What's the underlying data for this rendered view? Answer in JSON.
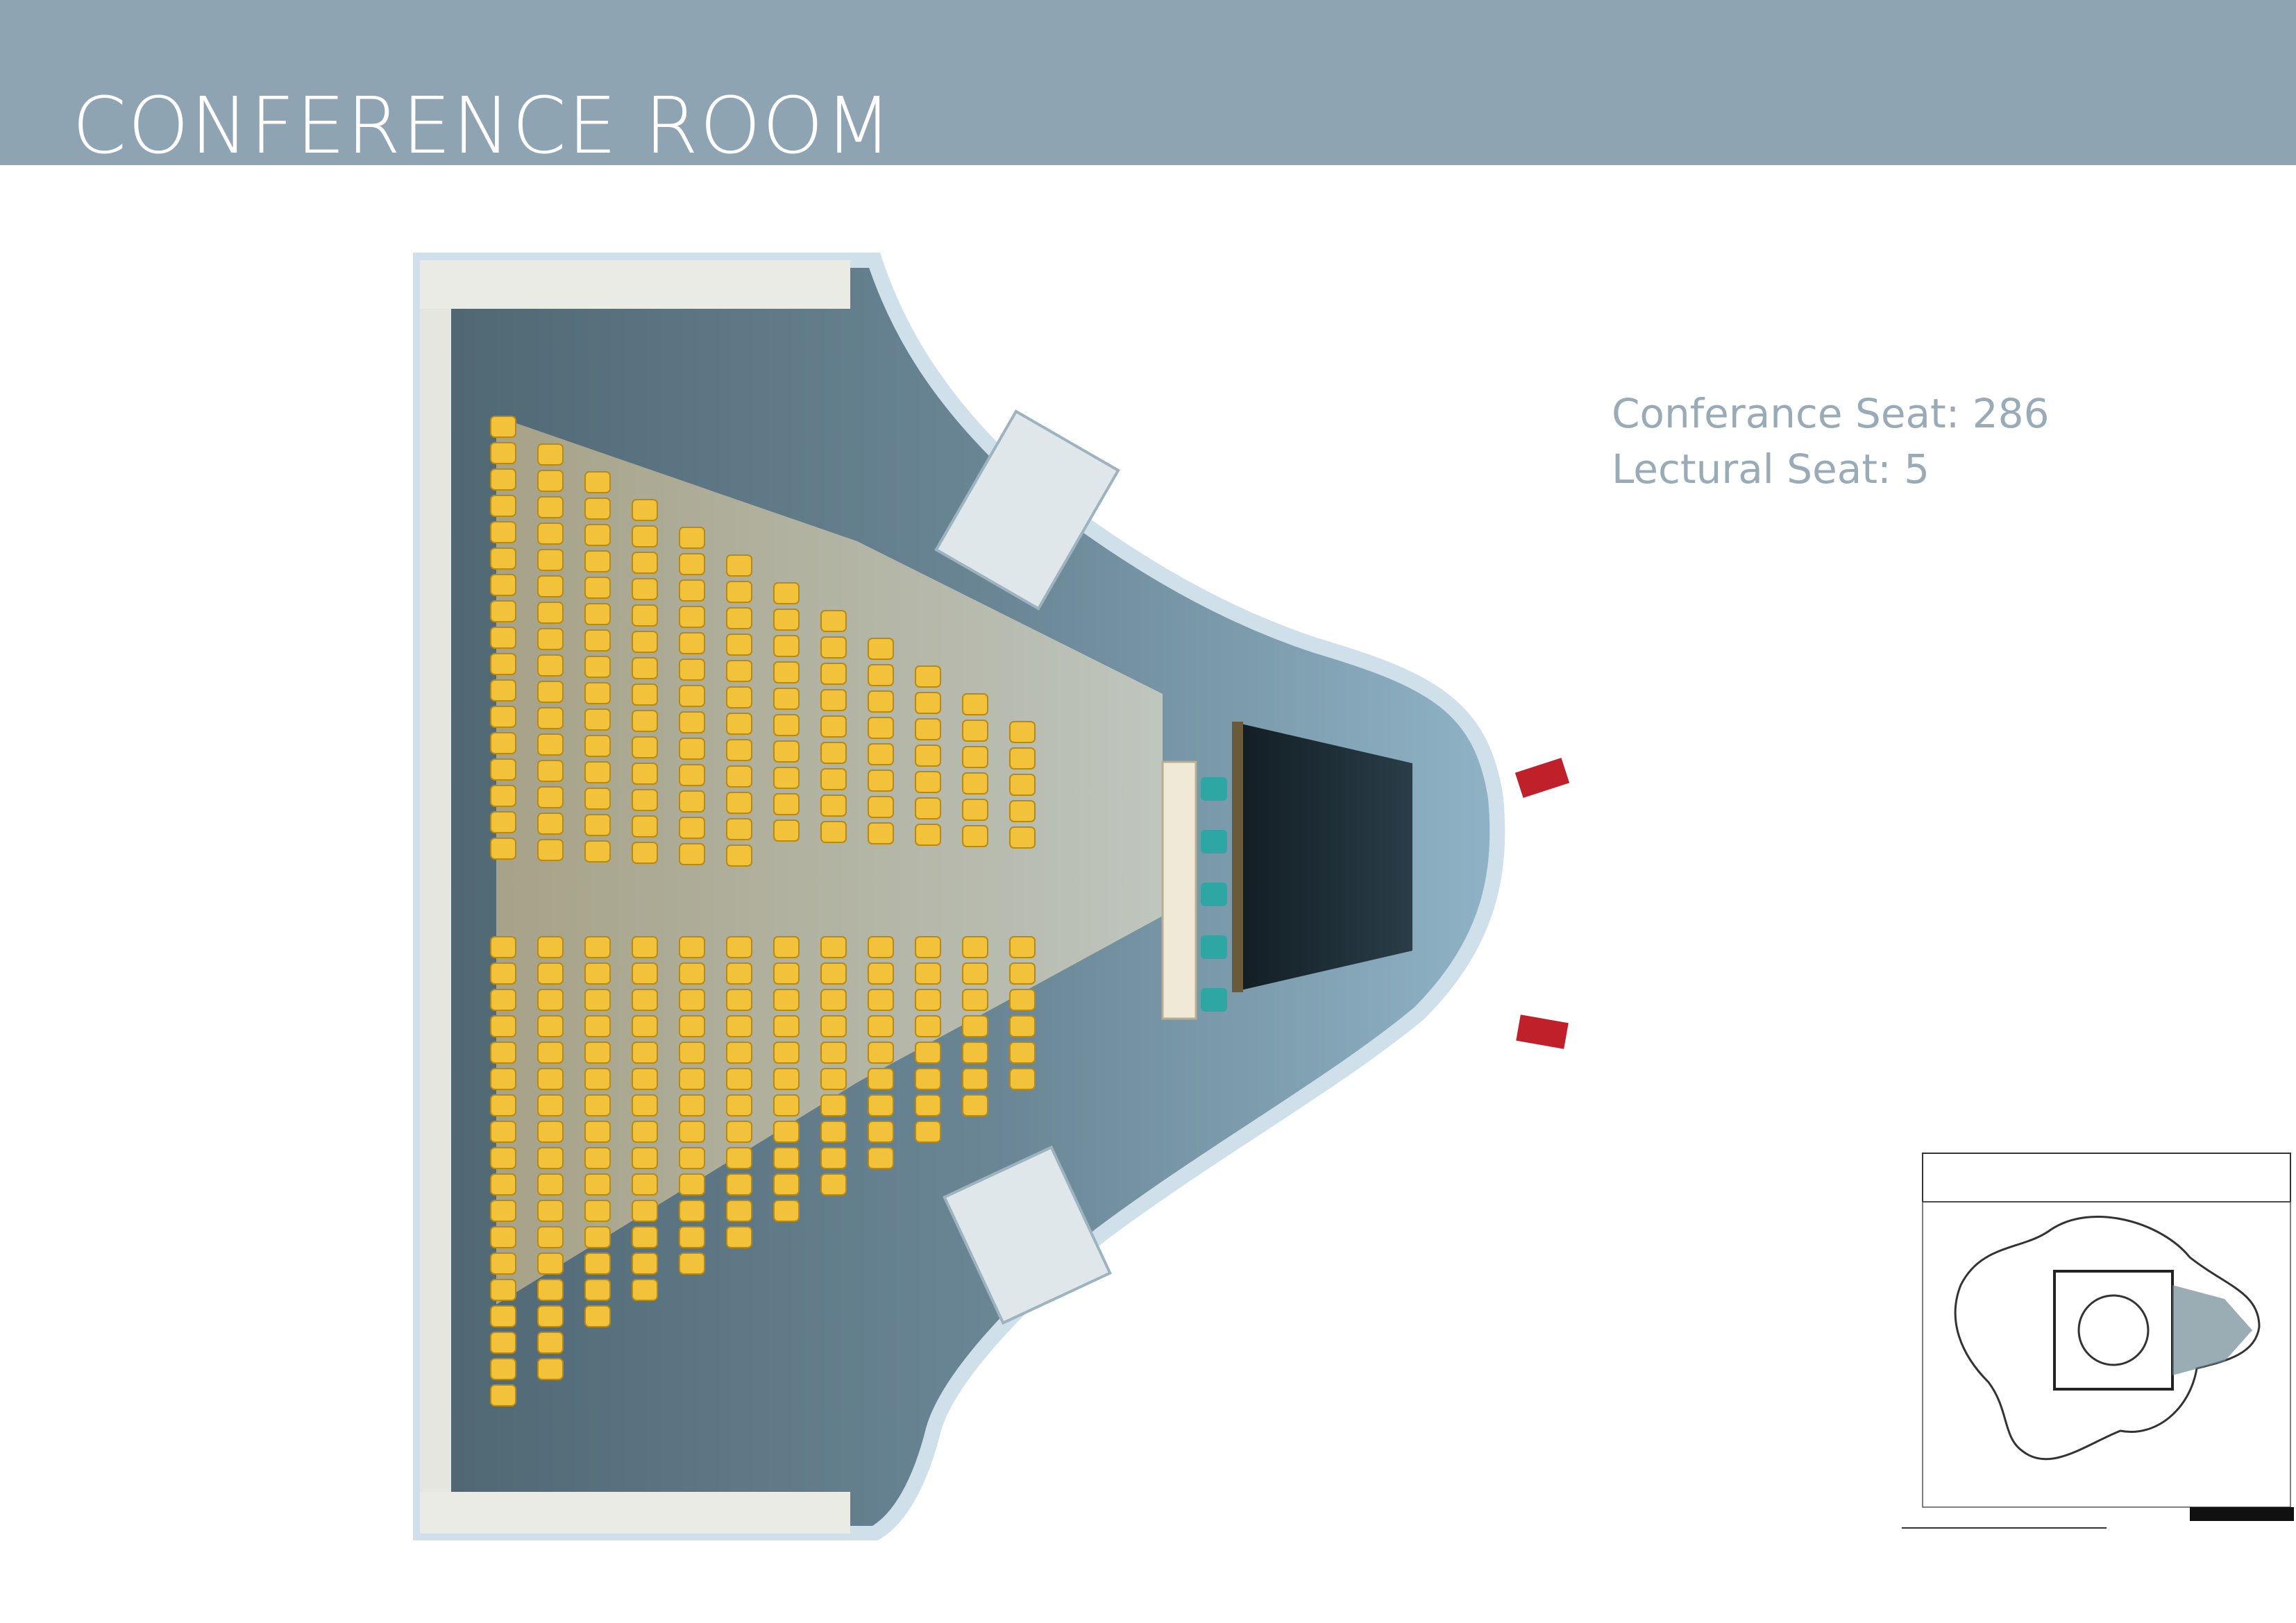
{
  "page": {
    "title": "CONFERENCE ROOM"
  },
  "stats": {
    "conference_seat": "Conferance Seat: 286",
    "lectural_seat": "Lectural Seat: 5"
  },
  "colors": {
    "header": "#8fa4b3",
    "stats_text": "#9aabb8",
    "seat": "#f2c23a",
    "lecturer_seat": "#2ea6a4",
    "floor": "#5d7583",
    "stage": "#1a2b33",
    "accent_red": "#c0202a"
  },
  "floorplan": {
    "image": "conference-room-plan-render"
  },
  "siteplan": {
    "image": "site-plan-thumbnail"
  }
}
